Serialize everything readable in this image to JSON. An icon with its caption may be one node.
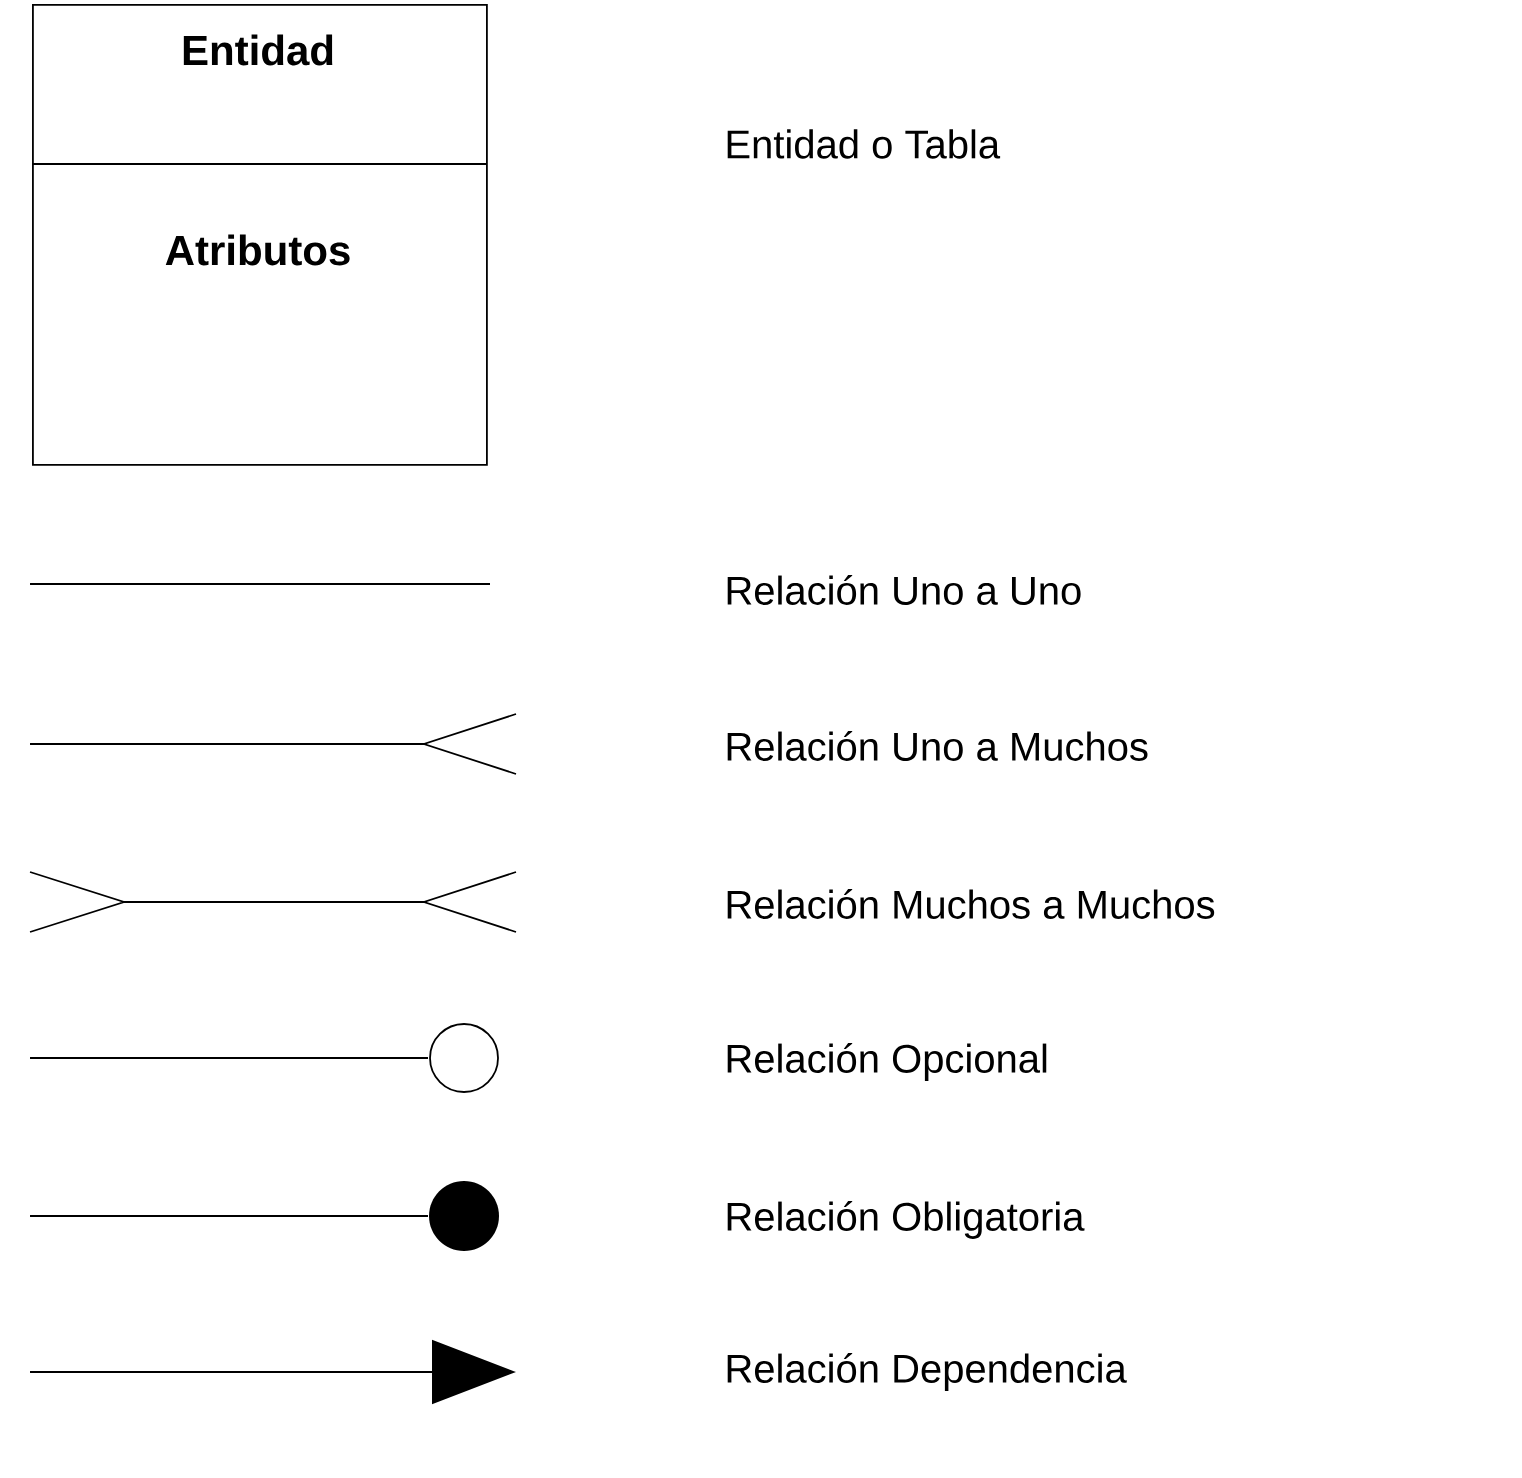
{
  "diagram": {
    "nodes": [
      {
        "text": [
          "Entidad",
          "Atributos"
        ]
      }
    ],
    "edges": [],
    "legend": [
      {
        "text": "Entidad o Tabla"
      },
      {
        "text": "Relación Uno a Uno"
      },
      {
        "text": "Relación Uno a Muchos"
      },
      {
        "text": "Relación Muchos a Muchos"
      },
      {
        "text": "Relación Opcional"
      },
      {
        "text": "Relación Obligatoria"
      },
      {
        "text": "Relación Dependencia"
      }
    ]
  }
}
